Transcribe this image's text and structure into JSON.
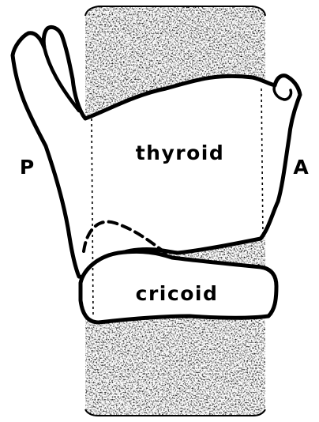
{
  "labels": {
    "thyroid": "thyroid",
    "cricoid": "cricoid",
    "posterior": "P",
    "anterior": "A"
  },
  "colors": {
    "ink": "#000000",
    "paper": "#ffffff",
    "stipple": "#111111"
  }
}
